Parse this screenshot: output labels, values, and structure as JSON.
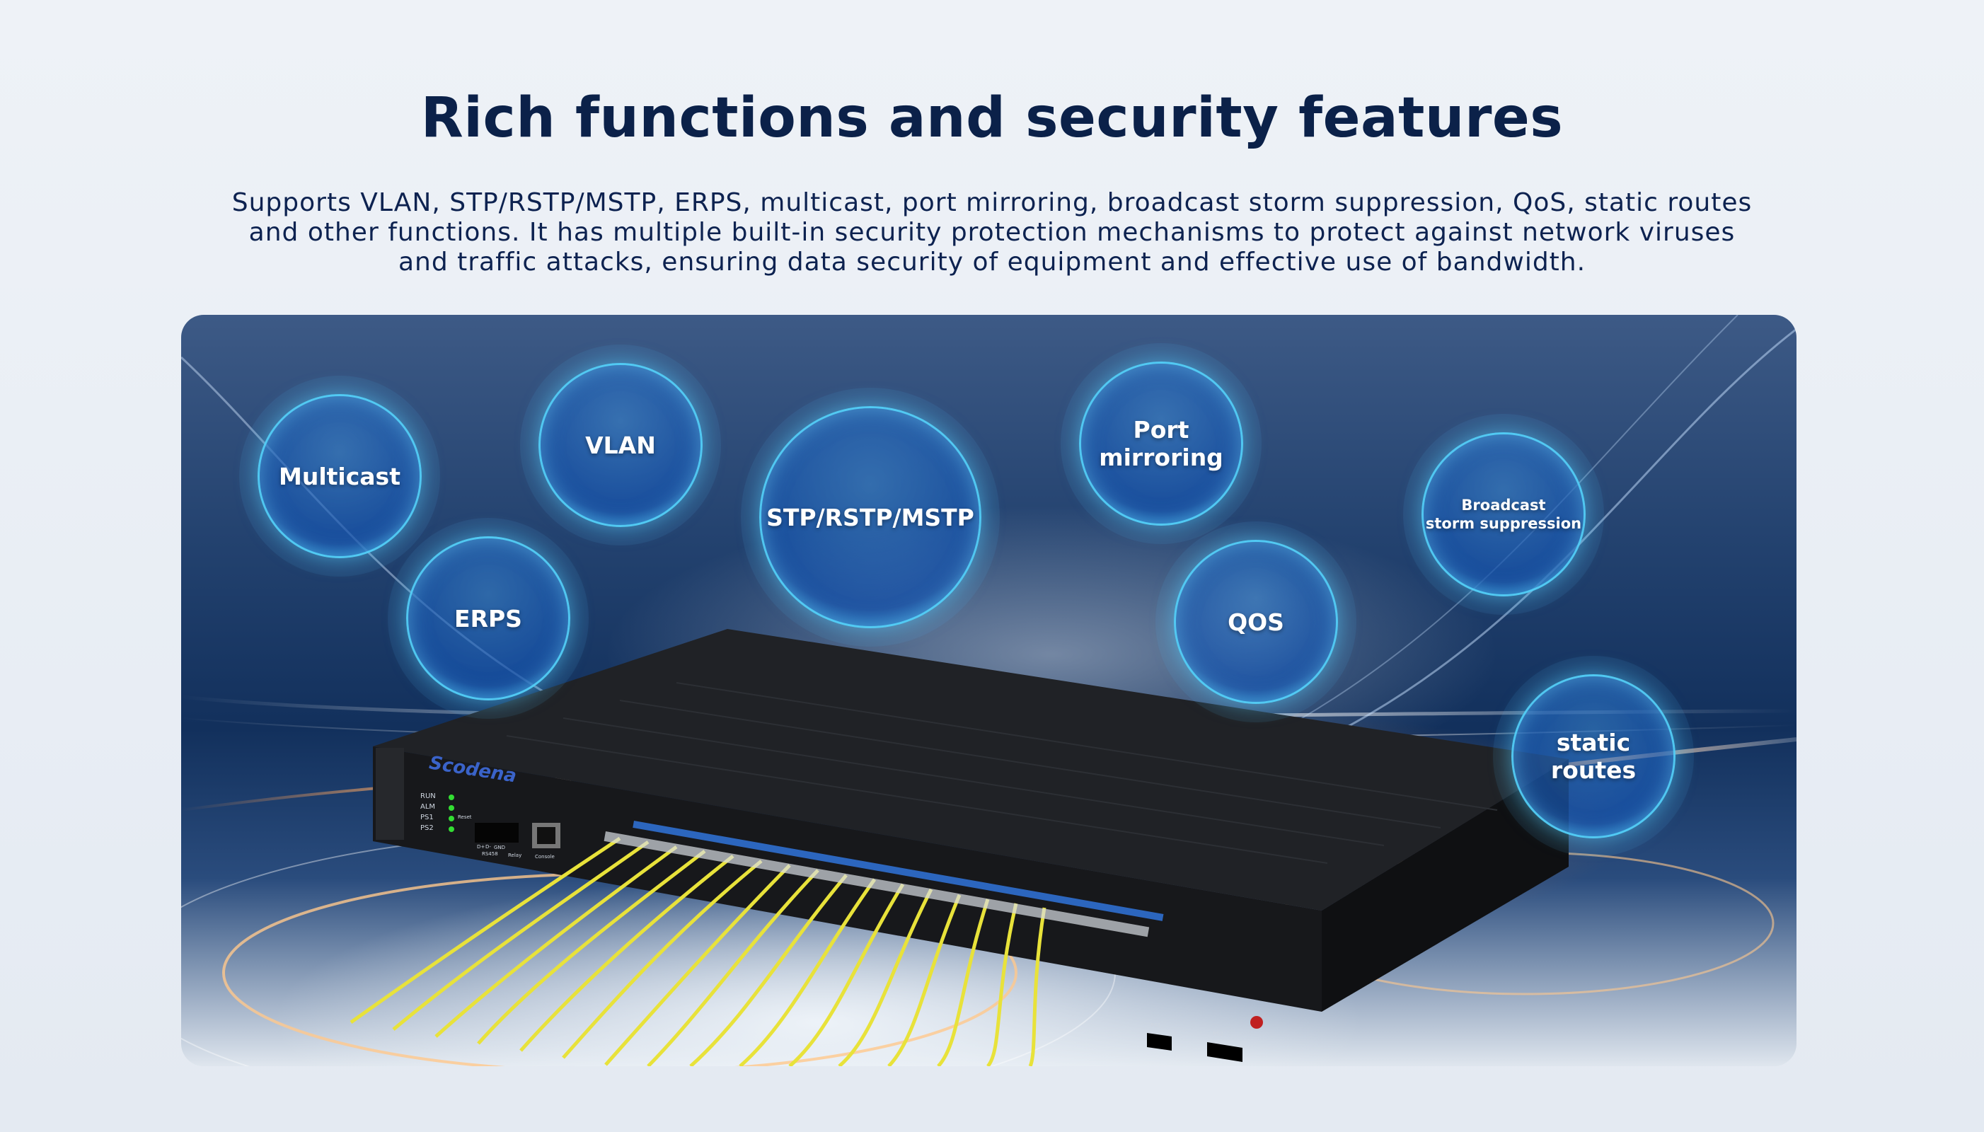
{
  "header": {
    "title": "Rich functions and security features",
    "description_lines": [
      "Supports VLAN, STP/RSTP/MSTP, ERPS, multicast, port mirroring, broadcast storm suppression, QoS, static routes",
      "and other functions. It has multiple built-in security protection mechanisms to protect against network viruses",
      "and traffic attacks, ensuring data security of equipment and effective use of bandwidth."
    ]
  },
  "features": [
    {
      "label": "Multicast"
    },
    {
      "label": "VLAN"
    },
    {
      "label": "STP/RSTP/MSTP"
    },
    {
      "label": "Port mirroring"
    },
    {
      "label_line1": "Broadcast",
      "label_line2": "storm suppression"
    },
    {
      "label": "ERPS"
    },
    {
      "label": "QOS"
    },
    {
      "label": "static routes"
    }
  ],
  "device": {
    "brand": "Scodena",
    "leds": [
      "RUN",
      "ALM",
      "PS1",
      "PS2"
    ],
    "reset_label": "Reset",
    "terminal_labels": [
      "D+",
      "D-",
      "GND"
    ],
    "rs_label": "RS458",
    "relay_label": "Relay",
    "console_label": "Console",
    "power_labels": [
      "PS1",
      "PS2"
    ],
    "colors": {
      "brand": "#3a63c9",
      "led": "#33dd33",
      "fiber": "#e8e23a",
      "body": "#1b1c1f"
    }
  }
}
